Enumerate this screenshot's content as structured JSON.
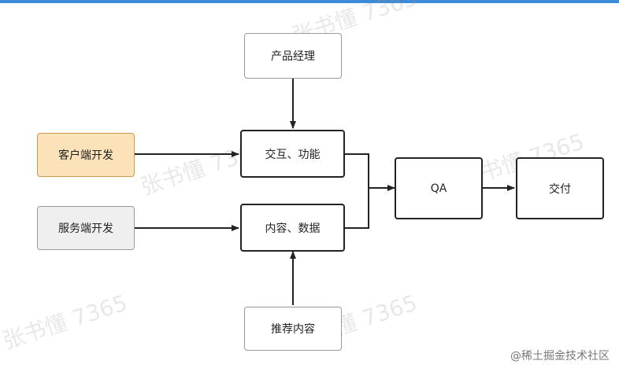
{
  "nodes": {
    "pm": "产品经理",
    "client_dev": "客户端开发",
    "server_dev": "服务端开发",
    "interaction": "交互、功能",
    "content": "内容、数据",
    "recommend": "推荐内容",
    "qa": "QA",
    "delivery": "交付"
  },
  "watermark": "张书懂 7365",
  "footer": "@稀土掘金技术社区",
  "colors": {
    "client_fill": "#fbe2b8",
    "server_fill": "#efefef",
    "edge": "#222222"
  }
}
